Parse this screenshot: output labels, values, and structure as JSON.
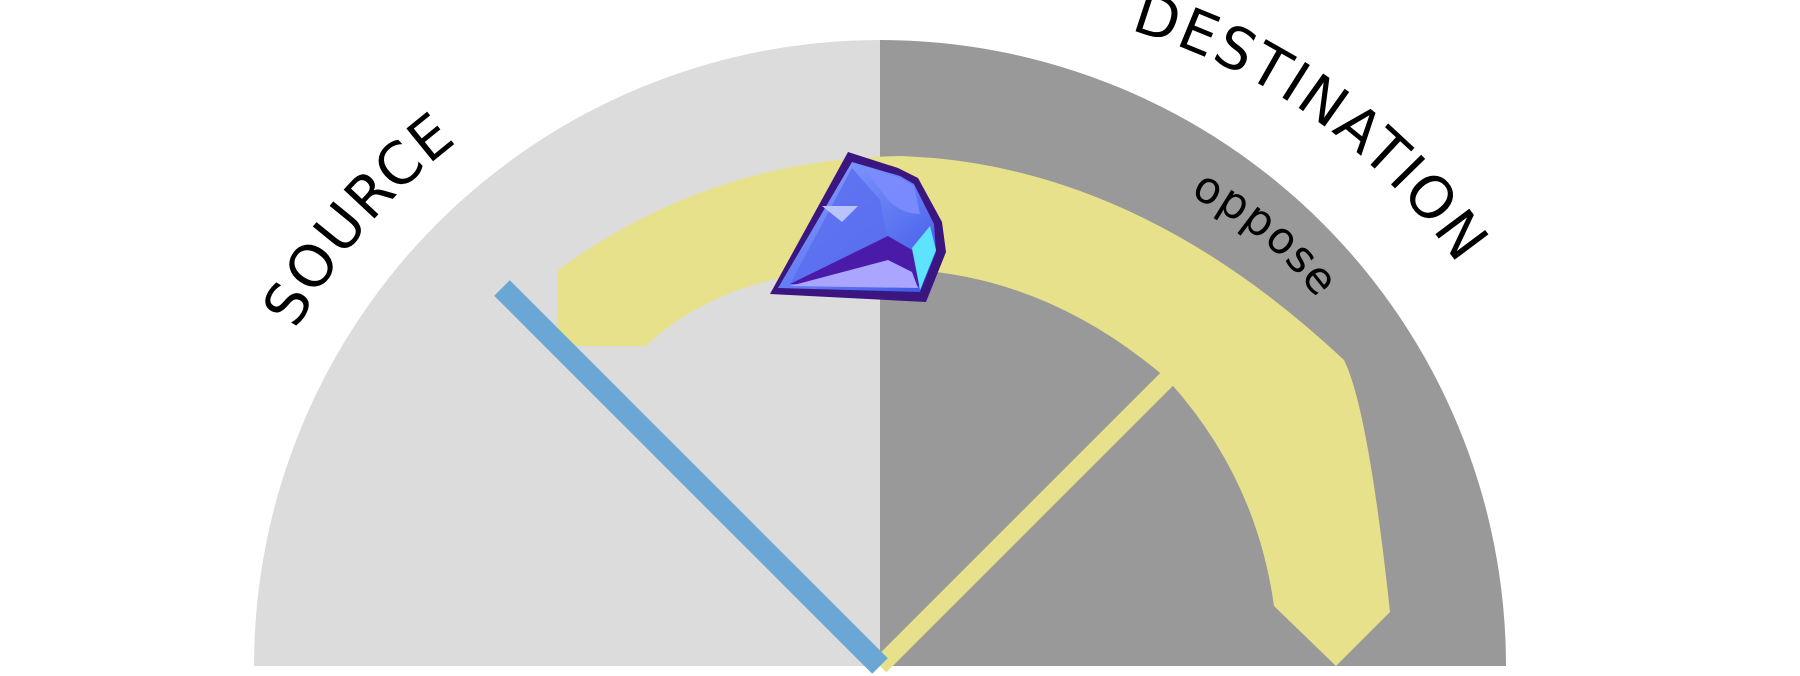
{
  "labels": {
    "left_region": "SOURCE",
    "right_region": "DESTINATION",
    "arrow_label": "oppose"
  },
  "colors": {
    "left_region": "#dcdcdc",
    "right_region": "#999999",
    "arrow": "#e8e18c",
    "needle": "#6aa7d4",
    "gem_light": "#8f9dff",
    "gem_dark": "#4a1aa8",
    "gem_outline": "#3b1580",
    "gem_highlight": "#5ee3ff"
  },
  "icons": {
    "center": "gem-icon"
  },
  "gauge": {
    "needle_value": 0.25,
    "arrow_from": 0.2,
    "arrow_to": 0.75
  }
}
